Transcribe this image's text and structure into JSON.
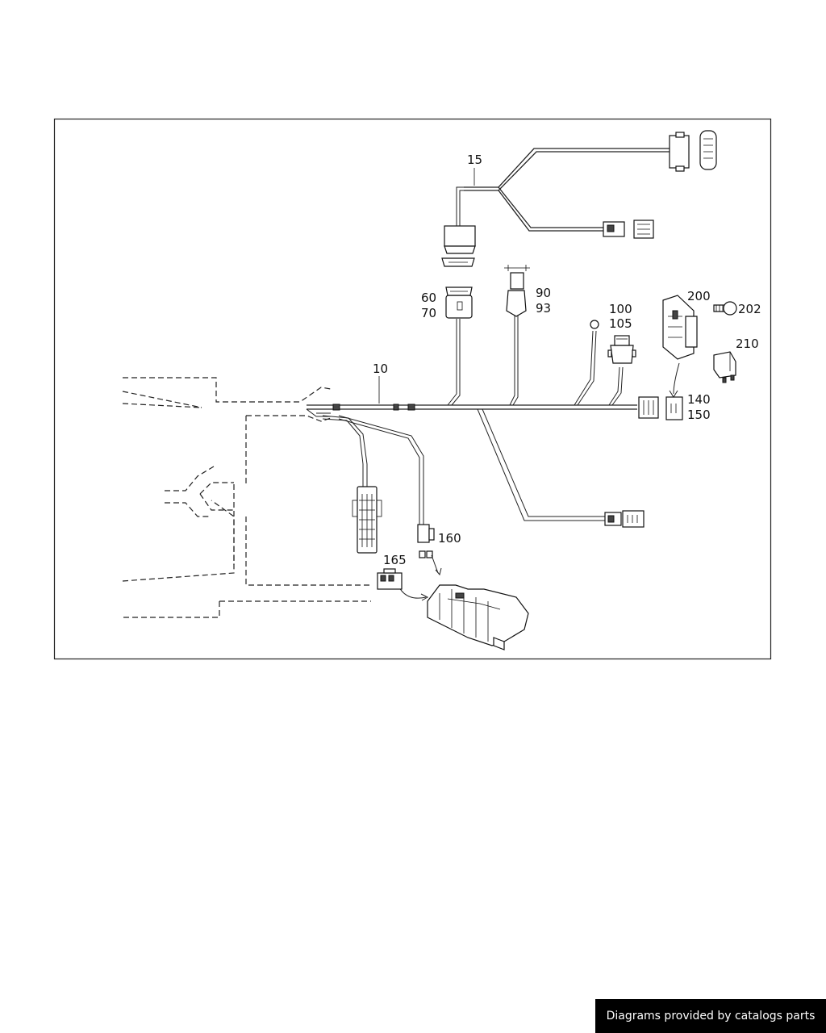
{
  "callouts": {
    "c10": "10",
    "c15": "15",
    "c60": "60",
    "c70": "70",
    "c90": "90",
    "c93": "93",
    "c100": "100",
    "c105": "105",
    "c140": "140",
    "c150": "150",
    "c160": "160",
    "c165": "165",
    "c200": "200",
    "c202": "202",
    "c210": "210"
  },
  "footer": {
    "caption": "Diagrams provided by catalogs parts"
  }
}
